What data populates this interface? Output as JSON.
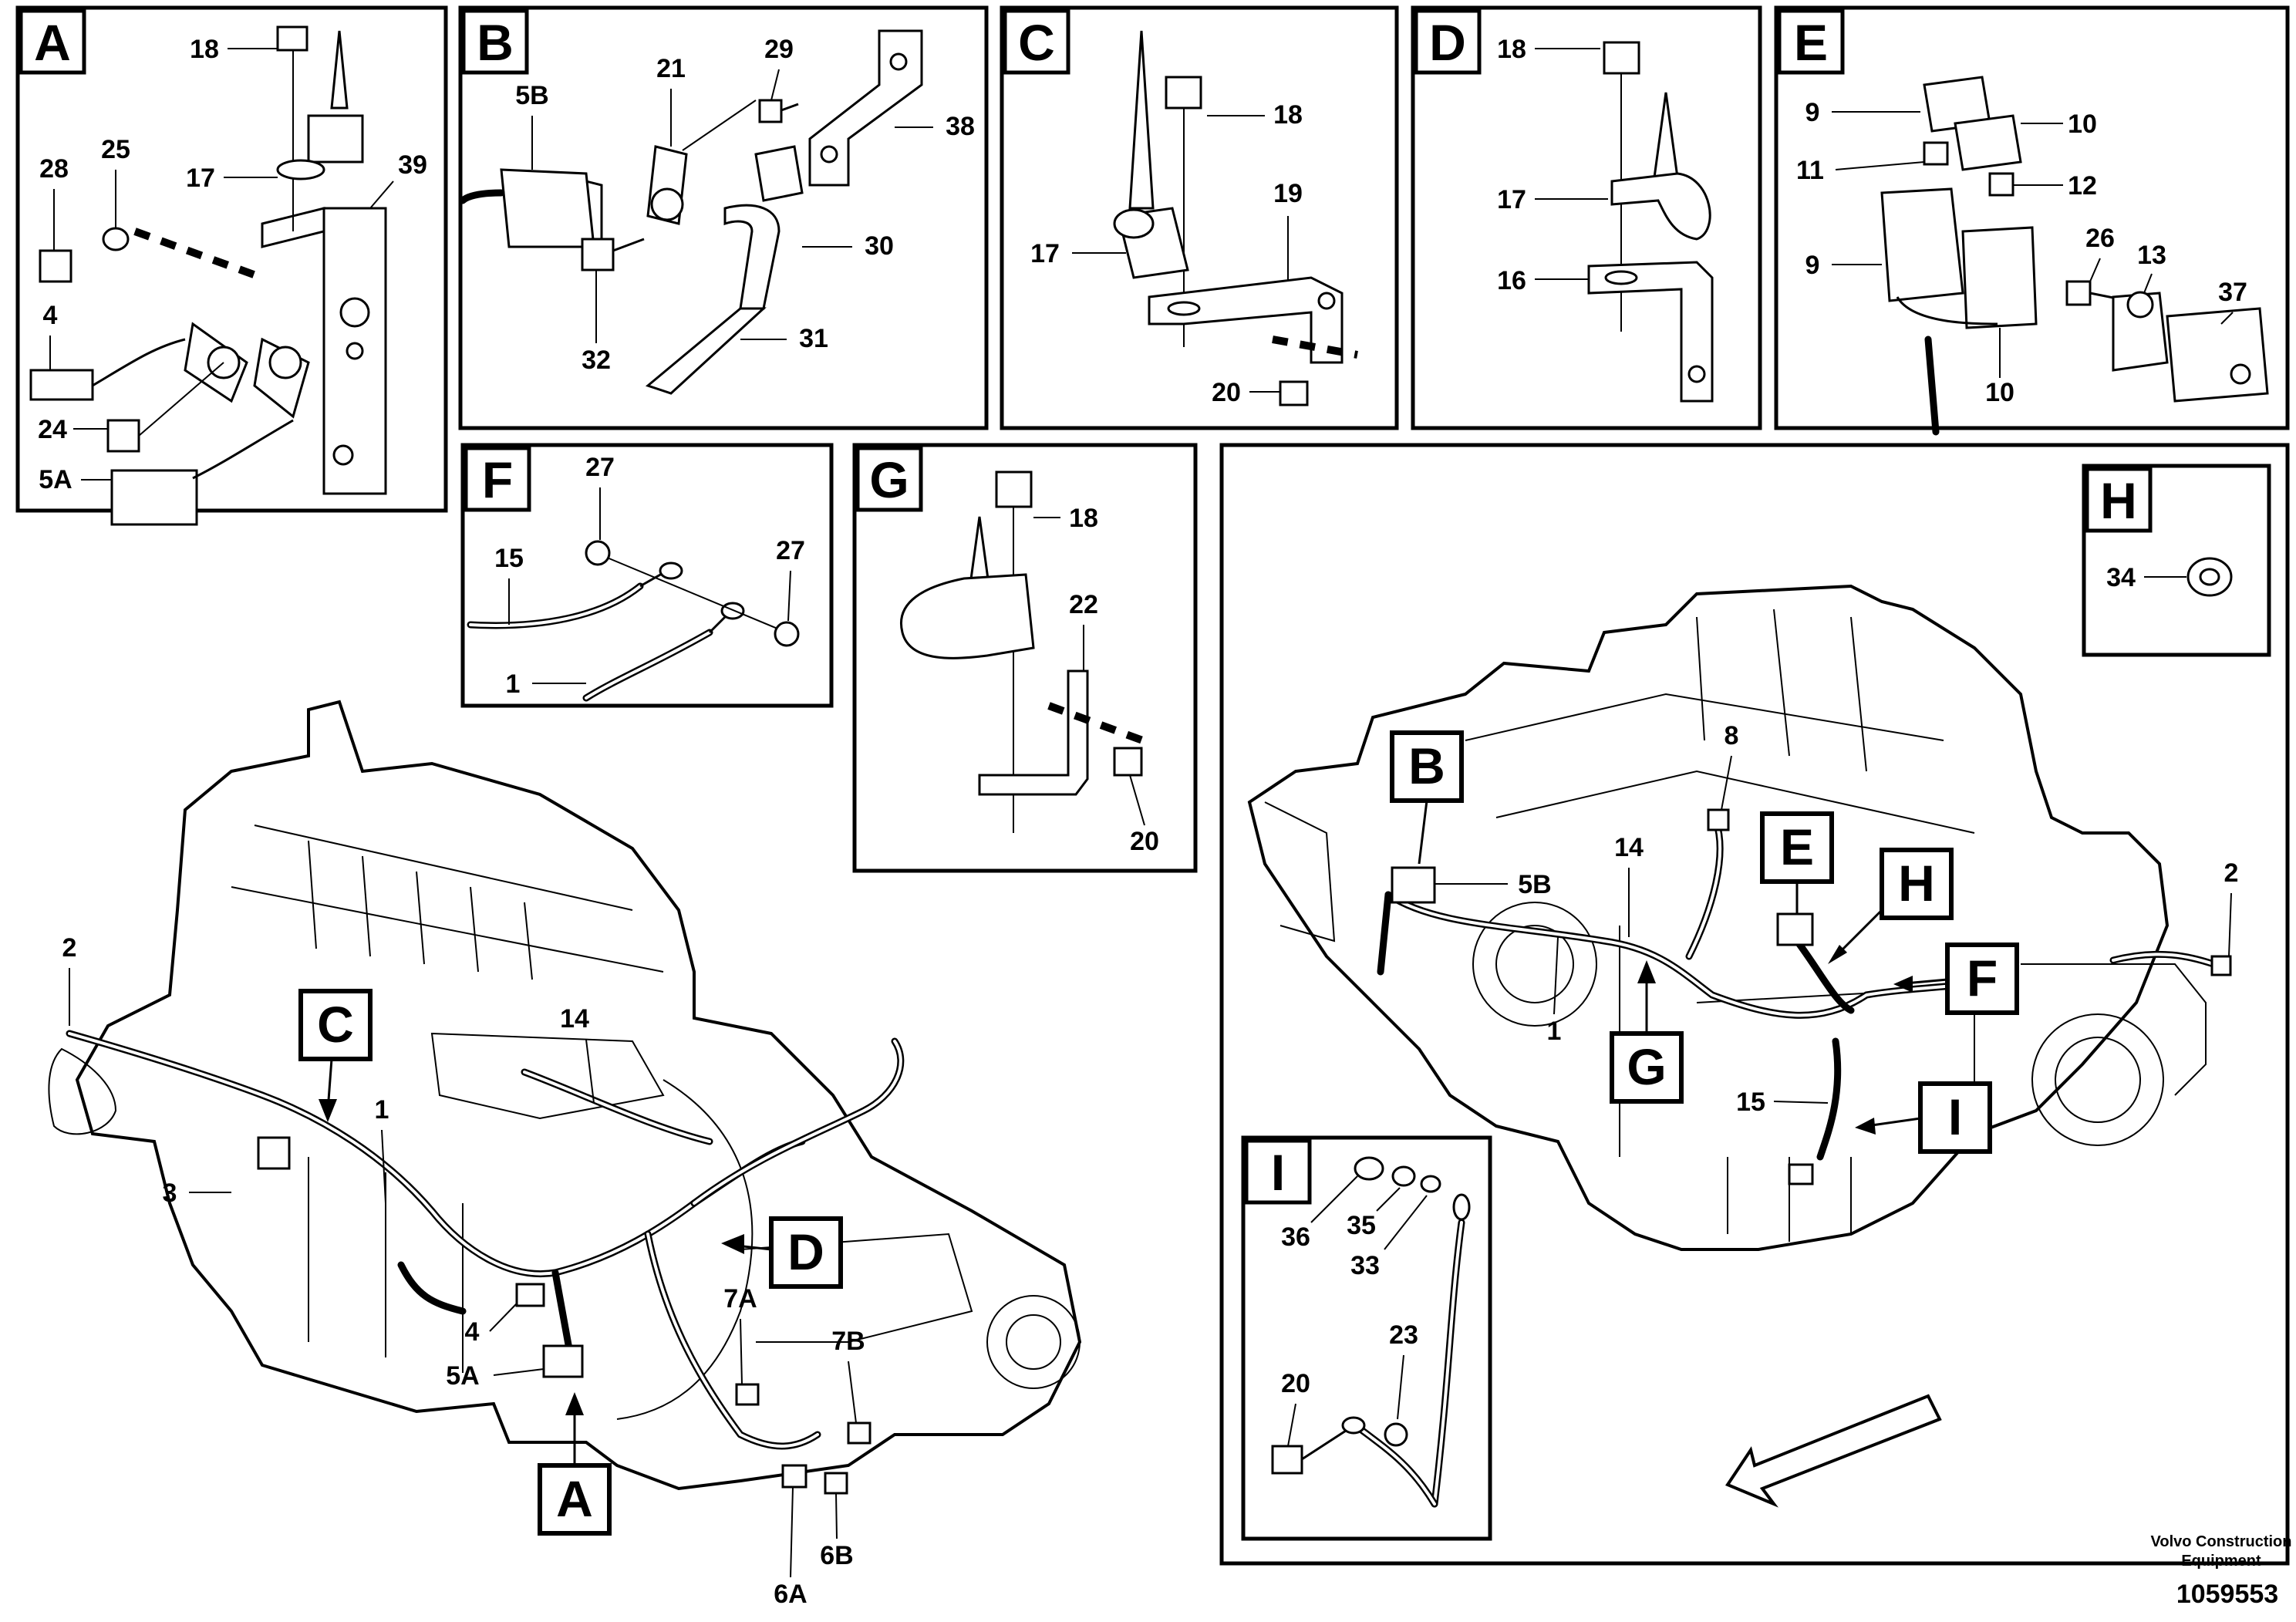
{
  "panels": {
    "A": {
      "key": "A",
      "callouts": [
        "18",
        "17",
        "39",
        "28",
        "25",
        "4",
        "24",
        "5A"
      ]
    },
    "B": {
      "key": "B",
      "callouts": [
        "5B",
        "21",
        "29",
        "38",
        "30",
        "32",
        "31"
      ]
    },
    "C": {
      "key": "C",
      "callouts": [
        "18",
        "19",
        "17",
        "20"
      ]
    },
    "D": {
      "key": "D",
      "callouts": [
        "18",
        "17",
        "16"
      ]
    },
    "E": {
      "key": "E",
      "callouts": [
        "9",
        "10",
        "11",
        "12",
        "9",
        "26",
        "13",
        "37",
        "10"
      ]
    },
    "F": {
      "key": "F",
      "callouts": [
        "27",
        "15",
        "27",
        "1"
      ]
    },
    "G": {
      "key": "G",
      "callouts": [
        "18",
        "22",
        "20"
      ]
    },
    "H": {
      "key": "H",
      "callouts": [
        "34"
      ]
    },
    "I": {
      "key": "I",
      "callouts": [
        "36",
        "35",
        "33",
        "20",
        "23"
      ]
    }
  },
  "left_view": {
    "callouts": [
      "2",
      "3",
      "1",
      "14",
      "4",
      "5A",
      "7A",
      "7B",
      "6A",
      "6B"
    ],
    "refs": [
      "C",
      "D",
      "A"
    ]
  },
  "right_view": {
    "callouts": [
      "8",
      "14",
      "5B",
      "1",
      "15",
      "2"
    ],
    "refs": [
      "B",
      "E",
      "H",
      "F",
      "G",
      "I"
    ]
  },
  "footer": {
    "brand_line1": "Volvo Construction",
    "brand_line2": "Equipment",
    "doc_number": "1059553"
  }
}
